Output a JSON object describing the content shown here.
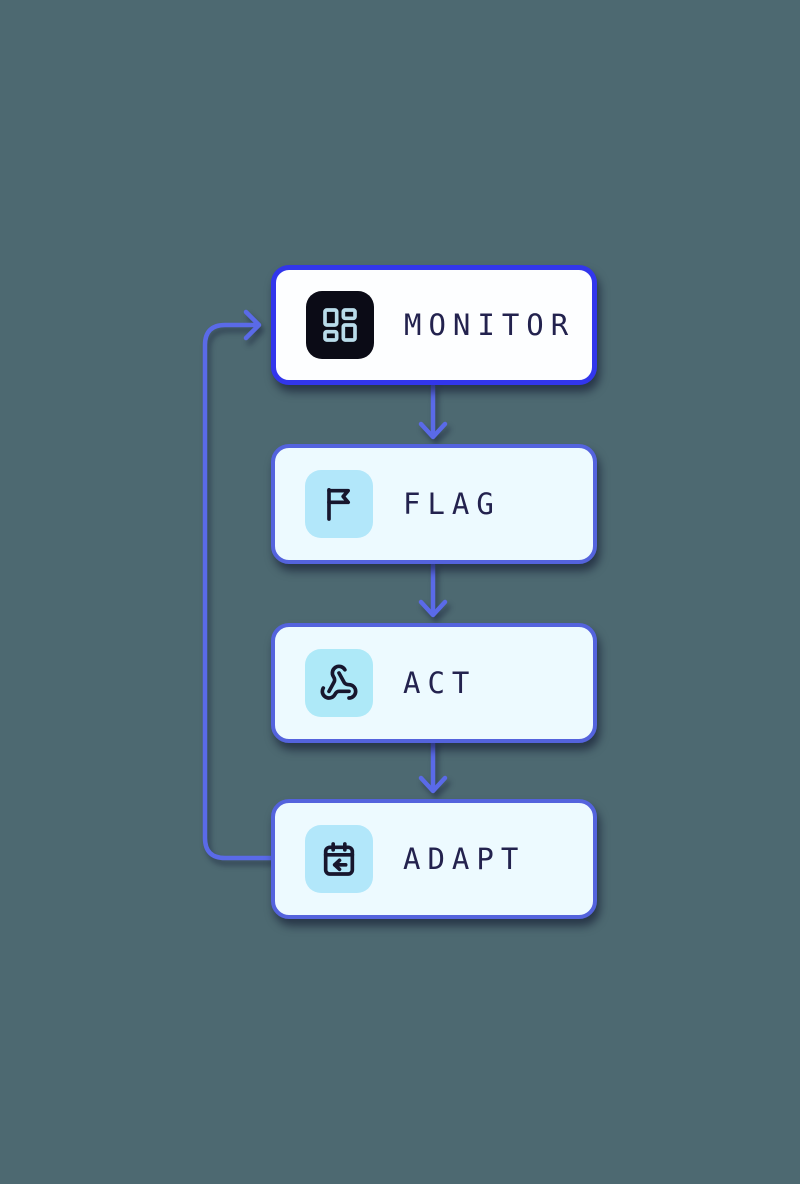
{
  "diagram": {
    "steps": [
      {
        "label": "MONITOR",
        "icon": "dashboard-icon",
        "box_bg": "#fdfeff",
        "border_color": "#3236ec",
        "tile_bg": "#0b0b16",
        "icon_color": "#b9dcea"
      },
      {
        "label": "FLAG",
        "icon": "flag-icon",
        "box_bg": "#edfaff",
        "border_color": "#5463dd",
        "tile_bg": "#b2e7fa",
        "icon_color": "#17162d"
      },
      {
        "label": "ACT",
        "icon": "webhook-icon",
        "box_bg": "#edfaff",
        "border_color": "#5463dd",
        "tile_bg": "#aee9f8",
        "icon_color": "#17162d"
      },
      {
        "label": "ADAPT",
        "icon": "calendar-arrow-left-icon",
        "box_bg": "#edfaff",
        "border_color": "#5463dd",
        "tile_bg": "#b2e7fa",
        "icon_color": "#17162d"
      }
    ],
    "connections": [
      {
        "from": "MONITOR",
        "to": "FLAG",
        "style": "straight-down"
      },
      {
        "from": "FLAG",
        "to": "ACT",
        "style": "straight-down"
      },
      {
        "from": "ACT",
        "to": "ADAPT",
        "style": "straight-down"
      },
      {
        "from": "ADAPT",
        "to": "MONITOR",
        "style": "loop-back-left"
      }
    ],
    "colors": {
      "background": "#4d6971",
      "arrow": "#5a6ae8",
      "label_text": "#23224e"
    }
  }
}
